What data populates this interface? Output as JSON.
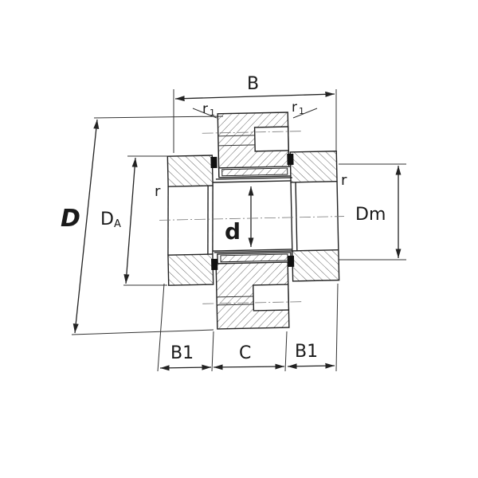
{
  "labels": {
    "B": "B",
    "r1_left": "r",
    "r1_left_sub": "1",
    "r1_right": "r",
    "r1_right_sub": "1",
    "D": "D",
    "DA": "D",
    "DA_sub": "A",
    "d": "d",
    "Dm": "Dm",
    "r_left": "r",
    "r_right": "r",
    "B1_left": "B1",
    "C": "C",
    "B1_right": "B1"
  },
  "colors": {
    "line": "#222222",
    "hatch": "#555555",
    "background": "#ffffff"
  }
}
